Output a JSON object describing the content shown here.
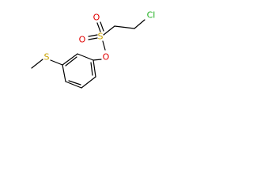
{
  "molecule": {
    "atoms": {
      "chlorine": "Cl",
      "sulfur_sulfonyl": "S",
      "oxygen_top": "O",
      "oxygen_bottom": "O",
      "oxygen_ester": "O",
      "sulfur_thioether": "S"
    }
  },
  "colors": {
    "bond": "#000000",
    "oxygen": "#e00000",
    "sulfur": "#c9a200",
    "chlorine": "#1fb01f",
    "background": "#ffffff"
  }
}
